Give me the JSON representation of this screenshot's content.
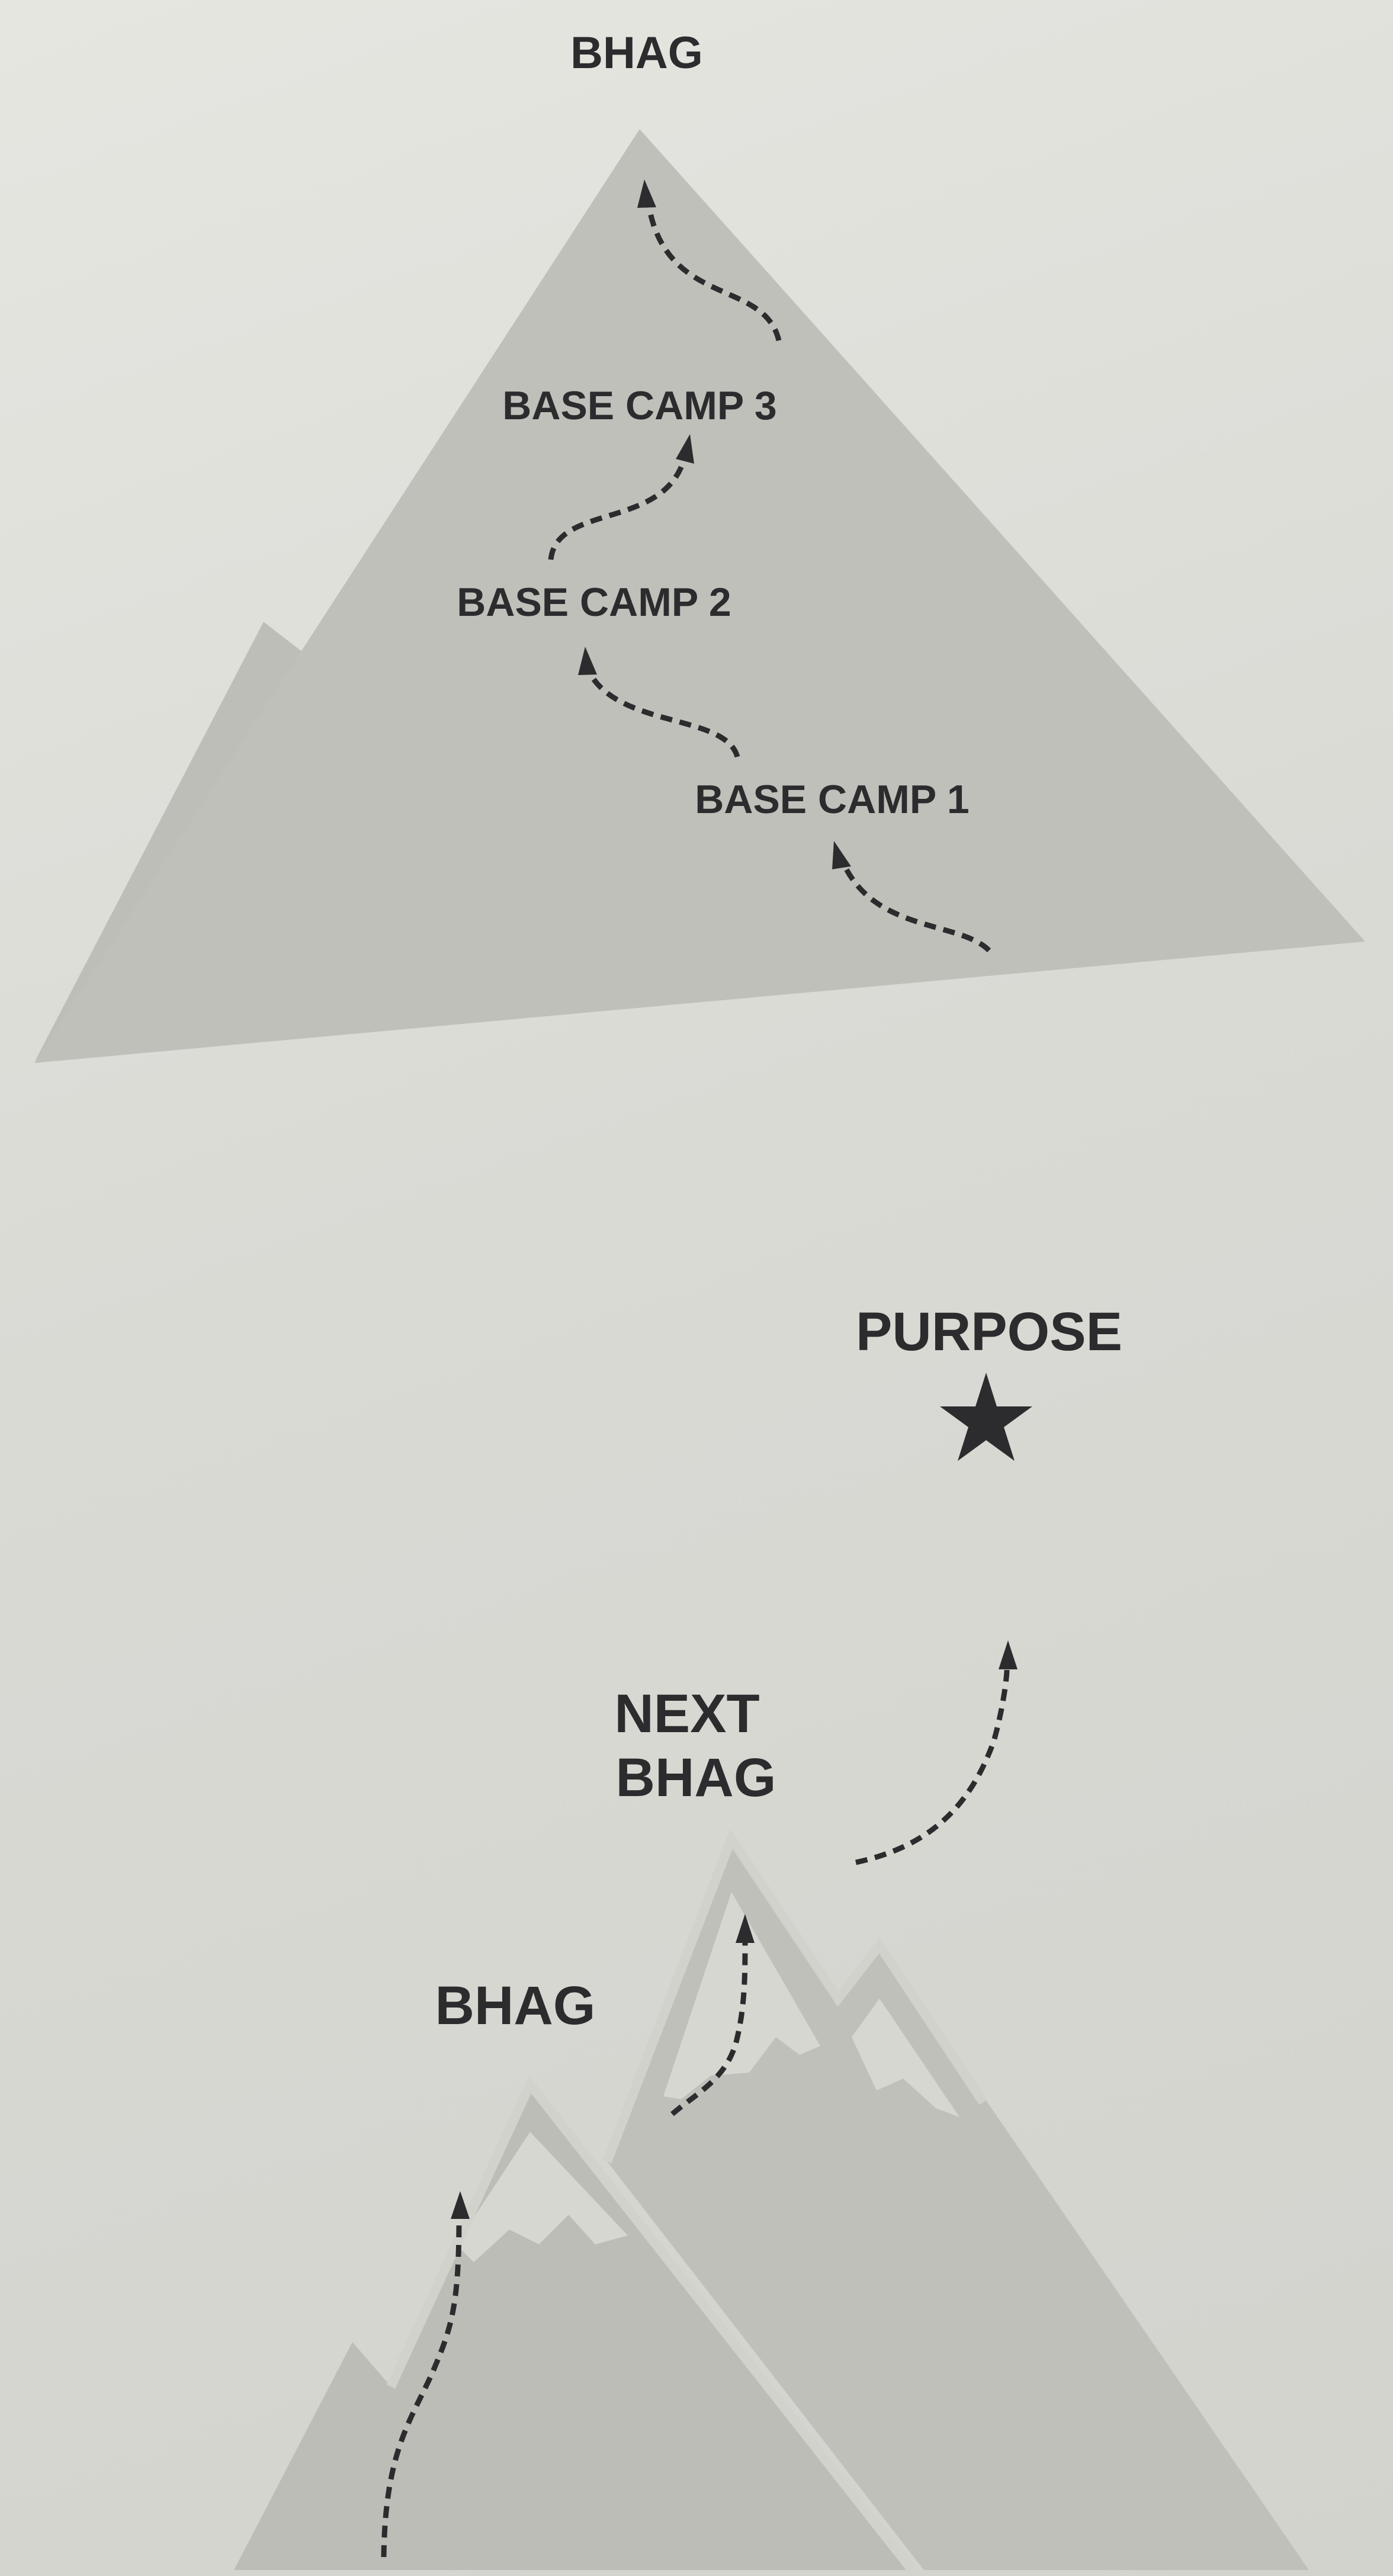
{
  "top_diagram": {
    "summit_label": "BHAG",
    "base_camps": [
      "BASE CAMP 1",
      "BASE CAMP 2",
      "BASE CAMP 3"
    ]
  },
  "bottom_diagram": {
    "purpose_label": "PURPOSE",
    "purpose_icon": "star-icon",
    "next_bhag_label_line1": "NEXT",
    "next_bhag_label_line2": "BHAG",
    "bhag_label": "BHAG"
  },
  "colors": {
    "background": "#dcdcd7",
    "mountain_fill": "#bdbdb8",
    "mountain_snow": "#d6d6d1",
    "mountain_shadow": "#adada8",
    "text": "#2c2c2e"
  }
}
